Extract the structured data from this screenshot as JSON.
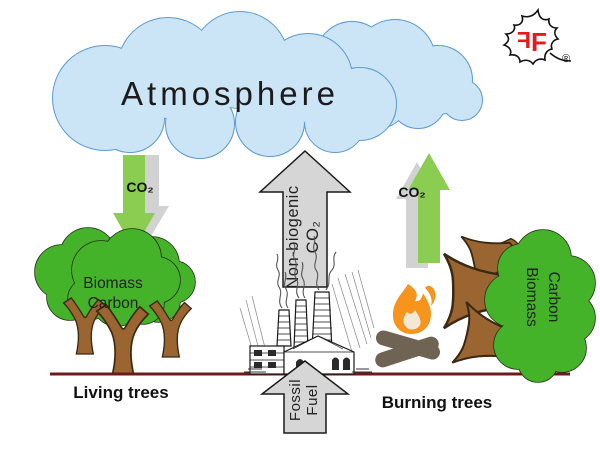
{
  "title": "Biogenic vs fossil carbon cycle diagram",
  "atmosphere": {
    "label": "Atmosphere",
    "fill": "#cbe4f6",
    "outline": "#5b9bd5"
  },
  "logo": {
    "letter_left": "F",
    "letter_right": "F",
    "registered": "®",
    "red": "#e8191c"
  },
  "arrows": {
    "co2_down_label": "CO₂",
    "co2_up_label": "CO₂",
    "non_biogenic": {
      "line1": "Non-biogenic",
      "line2": "CO₂"
    },
    "fossil_fuel": {
      "line1": "Fossil",
      "line2": "Fuel"
    },
    "green": "#8bcd50",
    "gray": "#d2d2d2",
    "big_gray": "#d6d6d6"
  },
  "living_trees": {
    "biomass_line1": "Biomass",
    "biomass_line2": "Carbon",
    "caption": "Living trees"
  },
  "burning_trees": {
    "biomass_line1": "Biomass",
    "biomass_line2": "Carbon",
    "caption": "Burning trees"
  },
  "colors": {
    "foliage": "#44b32a",
    "trunk": "#9a6530",
    "ground_line": "#6d1a1a",
    "flame": "#f7941e",
    "flame_inner": "#f2e8d5",
    "log": "#6f6354"
  }
}
